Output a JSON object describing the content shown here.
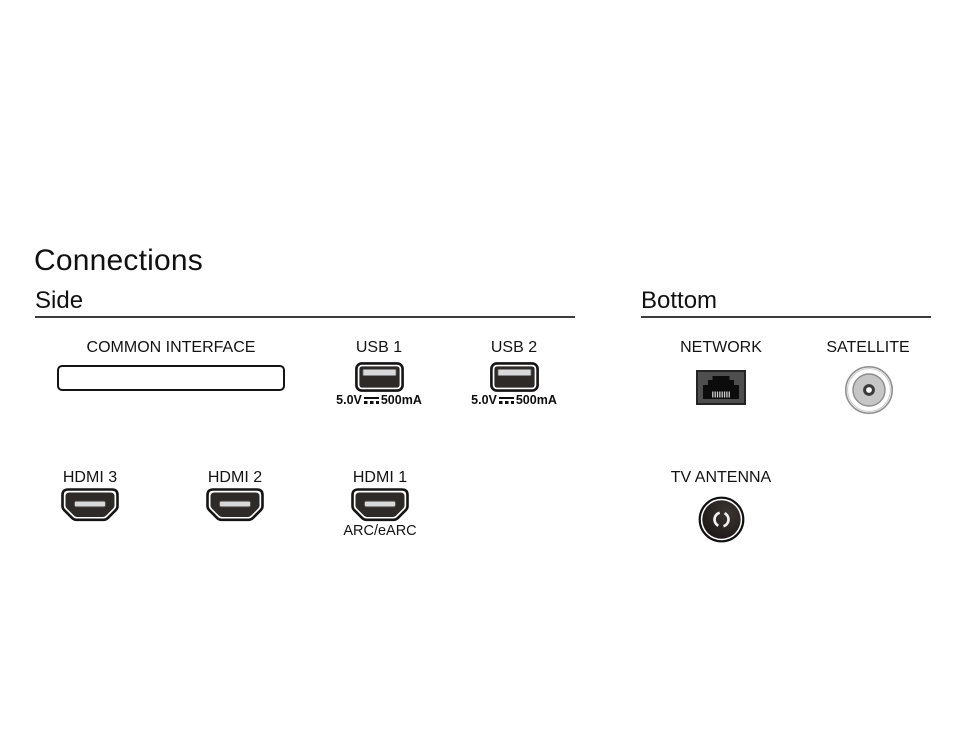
{
  "page": {
    "title": "Connections"
  },
  "sections": {
    "side": {
      "title": "Side"
    },
    "bottom": {
      "title": "Bottom"
    }
  },
  "ports": {
    "common_interface": {
      "label": "COMMON INTERFACE"
    },
    "usb1": {
      "label": "USB 1",
      "voltage": "5.0V",
      "current": "500mA"
    },
    "usb2": {
      "label": "USB 2",
      "voltage": "5.0V",
      "current": "500mA"
    },
    "network": {
      "label": "NETWORK"
    },
    "satellite": {
      "label": "SATELLITE"
    },
    "hdmi3": {
      "label": "HDMI 3"
    },
    "hdmi2": {
      "label": "HDMI 2"
    },
    "hdmi1": {
      "label": "HDMI 1",
      "sublabel": "ARC/eARC"
    },
    "tv_antenna": {
      "label": "TV ANTENNA"
    }
  },
  "colors": {
    "text": "#151515",
    "section_line": "#3d3d3d",
    "port_dark": "#2e2a28",
    "port_gray": "#4e4e4e",
    "slot_light": "#d9d9d9"
  }
}
